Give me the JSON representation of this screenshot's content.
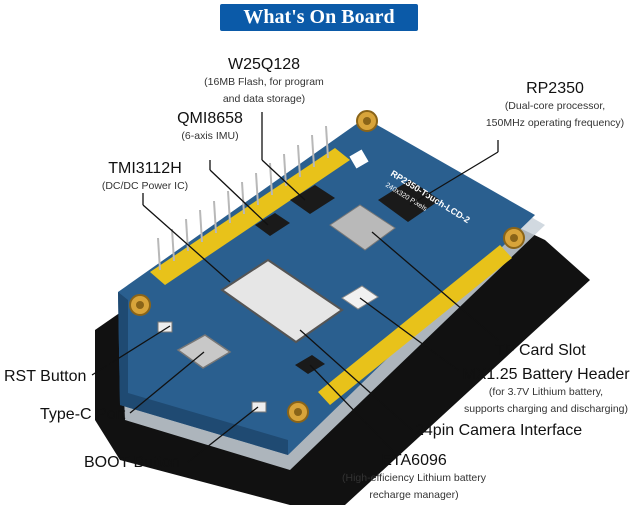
{
  "banner": {
    "title": "What's On Board"
  },
  "colors": {
    "banner_bg": "#0b5aa8",
    "pcb": "#2a5f8f",
    "header_pins": "#e8c21a",
    "case": "#111111"
  },
  "board_silkscreen": {
    "model": "RP2350-Touch-LCD-2",
    "resolution": "240x320 Pixels"
  },
  "components": [
    {
      "id": "w25q128",
      "name": "W25Q128",
      "desc": [
        "16MB Flash, for program",
        "and data storage)"
      ],
      "desc_open": "("
    },
    {
      "id": "rp2350",
      "name": "RP2350",
      "desc": [
        "(Dual-core processor,",
        "150MHz operating frequency)"
      ]
    },
    {
      "id": "qmi8658",
      "name": "QMI8658",
      "desc": [
        "(6-axis IMU)"
      ]
    },
    {
      "id": "tmi3112h",
      "name": "TMI3112H",
      "desc": [
        "(DC/DC Power IC)"
      ]
    },
    {
      "id": "tf-card",
      "name": "TF Card Slot",
      "desc": []
    },
    {
      "id": "battery",
      "name": "MX1.25 Battery Header",
      "desc": [
        "(for 3.7V Lithium battery,",
        "supports charging and discharging)"
      ]
    },
    {
      "id": "rst",
      "name": "RST Button",
      "desc": []
    },
    {
      "id": "camera",
      "name": "24pin Camera Interface",
      "desc": []
    },
    {
      "id": "typec",
      "name": "Type-C Port",
      "desc": []
    },
    {
      "id": "eta6096",
      "name": "ETA6096",
      "desc": [
        "(High-efficiency Lithium battery",
        "recharge manager)"
      ]
    },
    {
      "id": "boot",
      "name": "BOOT Button",
      "desc": []
    }
  ]
}
